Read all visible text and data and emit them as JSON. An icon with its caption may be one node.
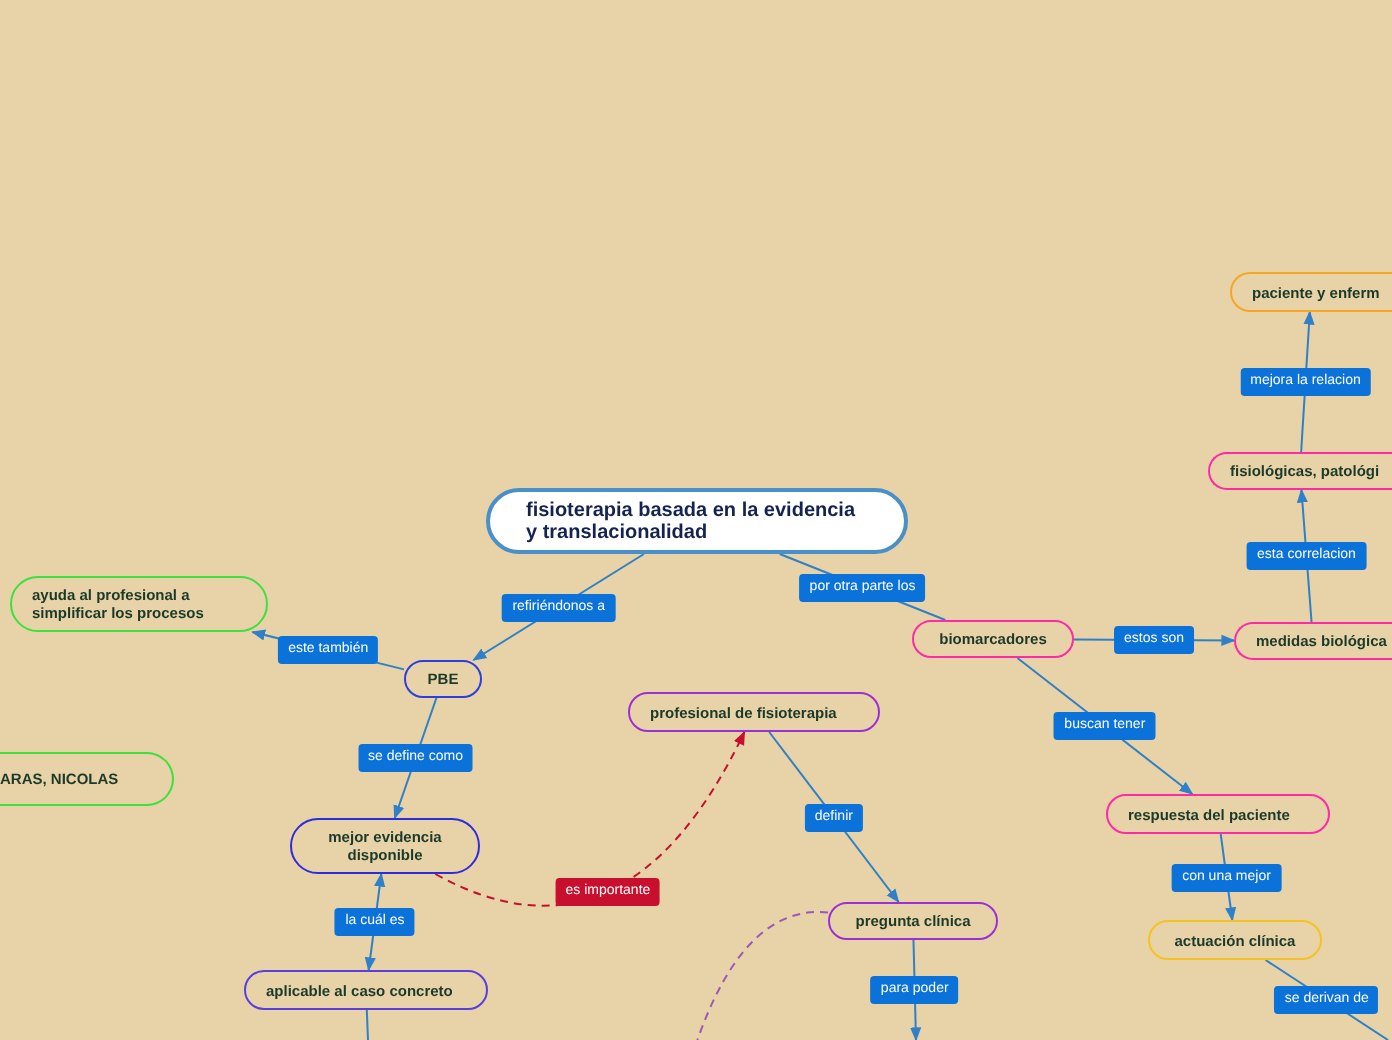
{
  "diagram": {
    "nodes": [
      {
        "text": [
          "fisioterapia basada en la evidencia y translacionalidad"
        ]
      },
      {
        "text": [
          "PBE"
        ]
      },
      {
        "text": [
          "ayuda al profesional a simplificar los procesos"
        ]
      },
      {
        "text": [
          "ARAS, NICOLAS"
        ]
      },
      {
        "text": [
          "mejor evidencia disponible"
        ]
      },
      {
        "text": [
          "aplicable al caso concreto"
        ]
      },
      {
        "text": [
          "profesional de fisioterapia"
        ]
      },
      {
        "text": [
          "pregunta clínica"
        ]
      },
      {
        "text": [
          "biomarcadores"
        ]
      },
      {
        "text": [
          "medidas biológica"
        ]
      },
      {
        "text": [
          "fisiológicas, patológi"
        ]
      },
      {
        "text": [
          "paciente y enferm"
        ]
      },
      {
        "text": [
          "respuesta del paciente"
        ]
      },
      {
        "text": [
          "actuación clínica"
        ]
      }
    ],
    "edges": [
      {
        "from": 0,
        "to": 1,
        "arrow": "to",
        "label": "refiriéndonos a"
      },
      {
        "from": 1,
        "to": 2,
        "arrow": "to",
        "label": "este también"
      },
      {
        "from": 1,
        "to": 4,
        "arrow": "to",
        "label": "se define como"
      },
      {
        "from": 4,
        "to": 5,
        "arrow": "both",
        "label": "la cuál es"
      },
      {
        "from": 5,
        "to": null,
        "arrow": "none"
      },
      {
        "from": 4,
        "to": 6,
        "arrow": "to",
        "label": "es importante",
        "style": "dashed",
        "color": "#c8102e"
      },
      {
        "from": 6,
        "to": 7,
        "arrow": "to",
        "label": "definir"
      },
      {
        "from": 7,
        "to": null,
        "arrow": "to",
        "label": "para poder"
      },
      {
        "from": 7,
        "to": null,
        "arrow": "none",
        "style": "dashed",
        "color": "#9b59b6"
      },
      {
        "from": 0,
        "to": 8,
        "arrow": "none",
        "label": "por otra parte los"
      },
      {
        "from": 8,
        "to": 9,
        "arrow": "to",
        "label": "estos son"
      },
      {
        "from": 9,
        "to": 10,
        "arrow": "to",
        "label": "esta correlacion"
      },
      {
        "from": 10,
        "to": 11,
        "arrow": "to",
        "label": "mejora la relacion"
      },
      {
        "from": 8,
        "to": 12,
        "arrow": "to",
        "label": "buscan tener"
      },
      {
        "from": 12,
        "to": 13,
        "arrow": "to",
        "label": "con una mejor"
      },
      {
        "from": 13,
        "to": null,
        "arrow": "none",
        "label": "se derivan de"
      }
    ]
  }
}
